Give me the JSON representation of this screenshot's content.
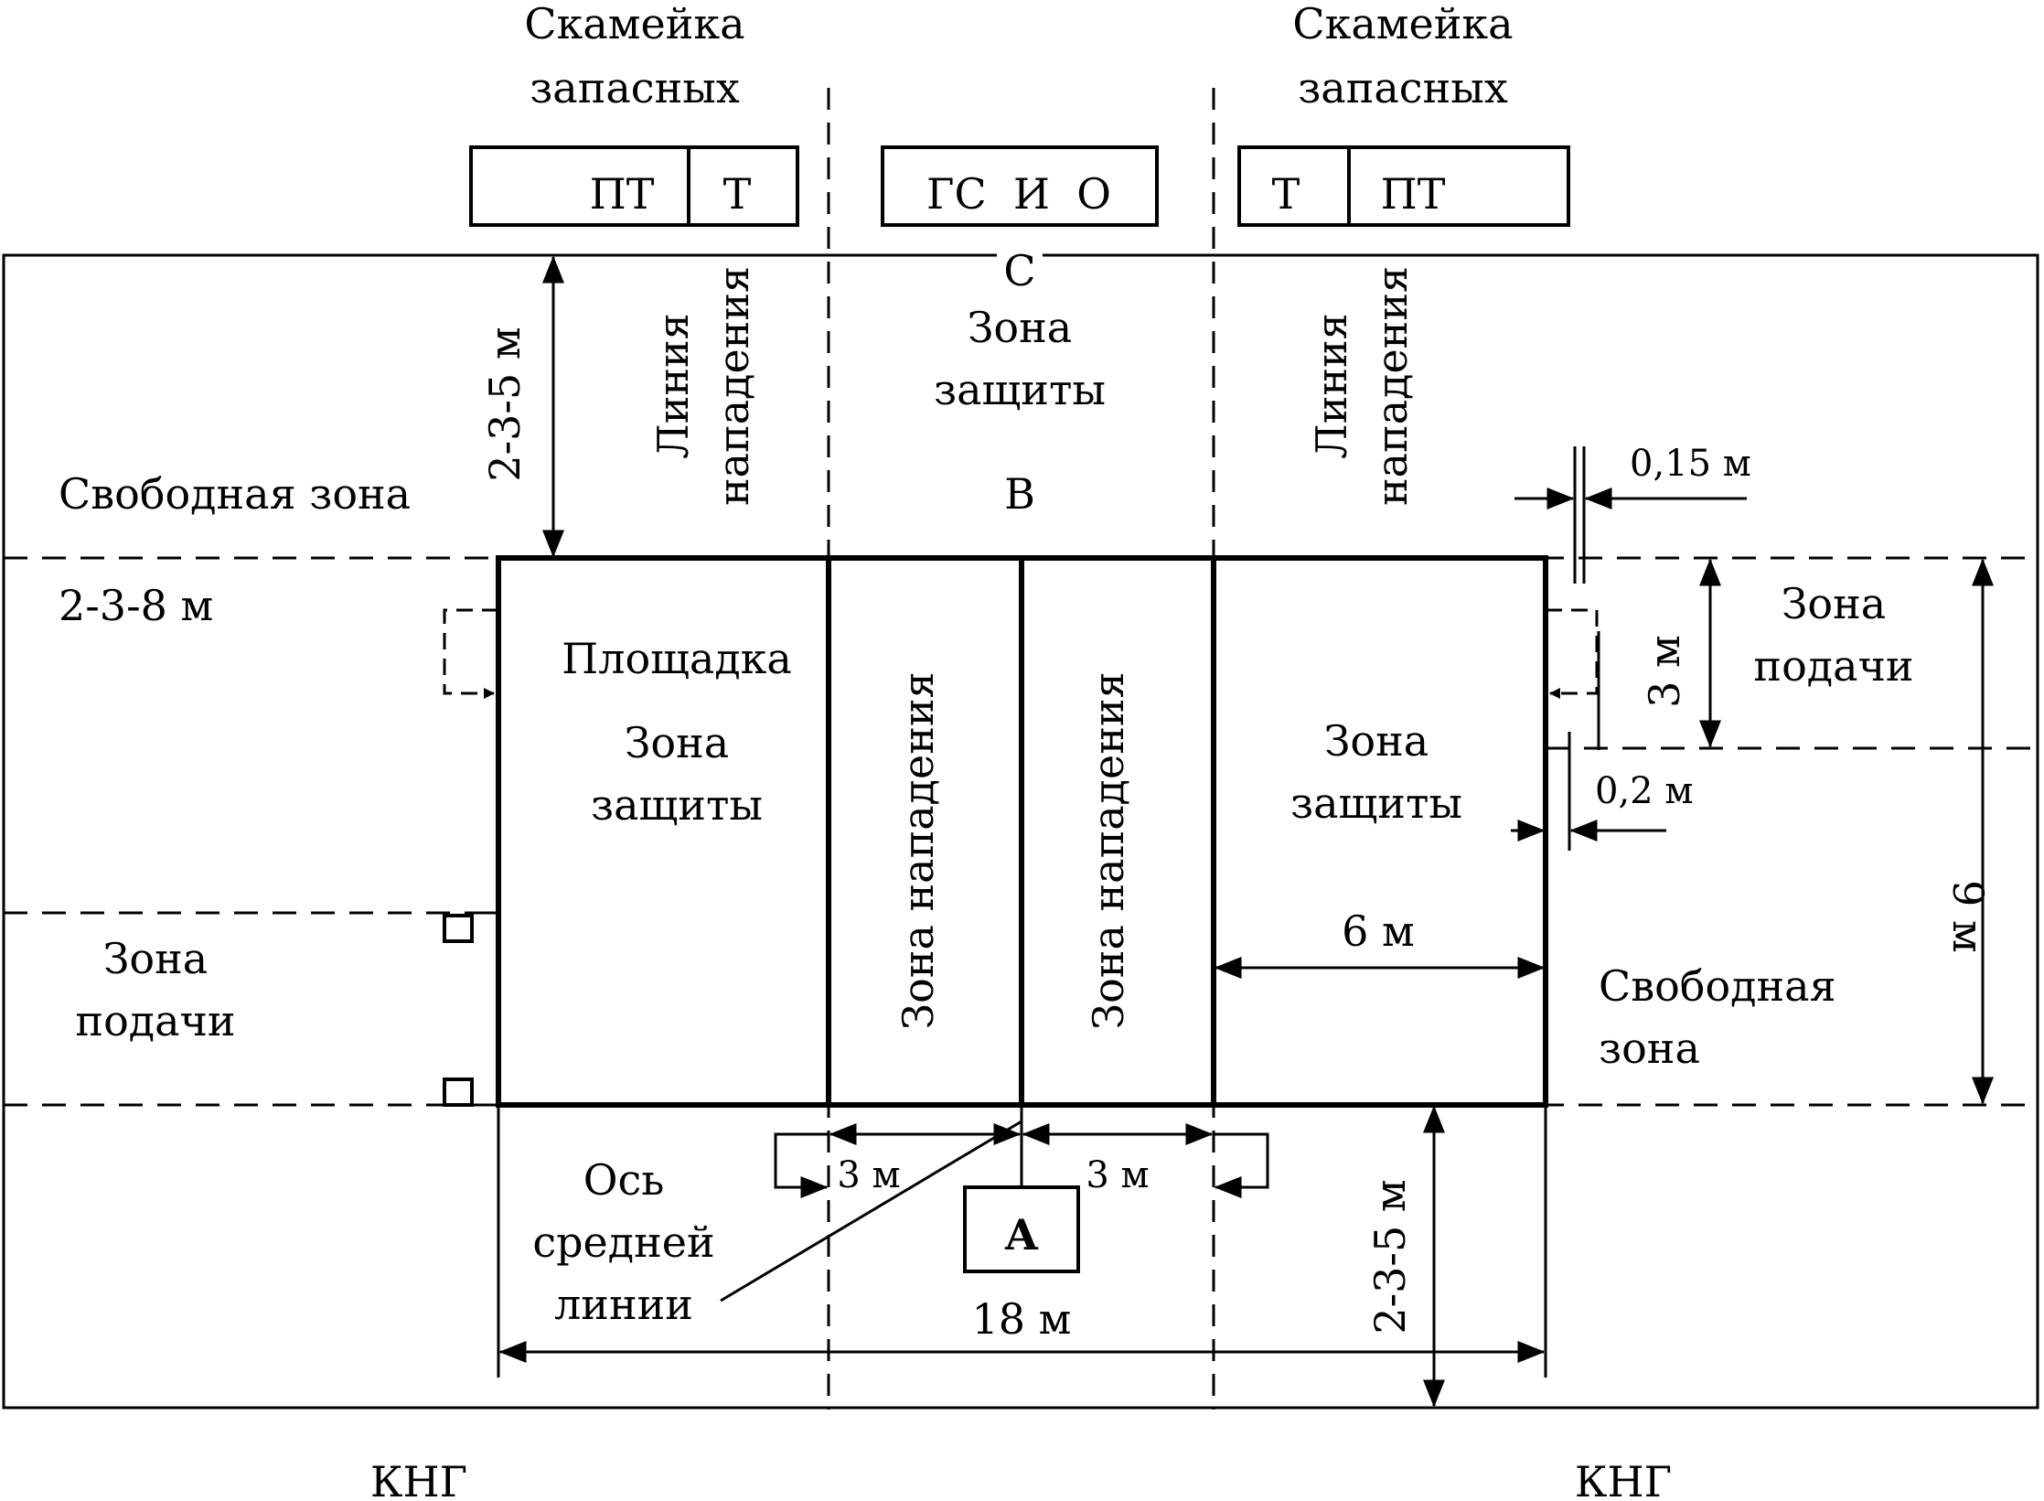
{
  "benches": {
    "left_title_line1": "Скамейка",
    "left_title_line2": "запасных",
    "right_title_line1": "Скамейка",
    "right_title_line2": "запасных",
    "left_pt": "ПТ",
    "left_t": "Т",
    "center": "ГС  И  О",
    "right_t": "Т",
    "right_pt": "ПТ"
  },
  "labels": {
    "scorer": "С",
    "defense_zone_top_line1": "Зона",
    "defense_zone_top_line2": "защиты",
    "referee_b": "В",
    "attack_line_left_line1": "Линия",
    "attack_line_left_line2": "нападения",
    "attack_line_right_line1": "Линия",
    "attack_line_right_line2": "нападения",
    "free_zone_left": "Свободная зона",
    "free_zone_right_line1": "Свободная",
    "free_zone_right_line2": "зона",
    "court": "Площадка",
    "defense_zone_left_line1": "Зона",
    "defense_zone_left_line2": "защиты",
    "defense_zone_right_line1": "Зона",
    "defense_zone_right_line2": "защиты",
    "attack_zone_left": "Зона нападения",
    "attack_zone_right": "Зона нападения",
    "serve_zone_left_line1": "Зона",
    "serve_zone_left_line2": "подачи",
    "serve_zone_right_line1": "Зона",
    "serve_zone_right_line2": "подачи",
    "midline_axis_line1": "Ось",
    "midline_axis_line2": "средней",
    "midline_axis_line3": "линии",
    "referee_a": "А",
    "kng_left": "КНГ",
    "kng_right": "КНГ"
  },
  "dimensions": {
    "top_clearance": "2-3-5 м",
    "side_clearance": "2-3-8 м",
    "line_width": "0,15 м",
    "serve_zone_width": "3 м",
    "court_width": "9 м",
    "serve_offset": "0,2 м",
    "half_length": "6 м",
    "attack_left": "3 м",
    "attack_right": "3 м",
    "court_length": "18 м",
    "bottom_clearance": "2-3-5 м"
  },
  "colors": {
    "ink": "#000000",
    "paper": "#ffffff"
  }
}
